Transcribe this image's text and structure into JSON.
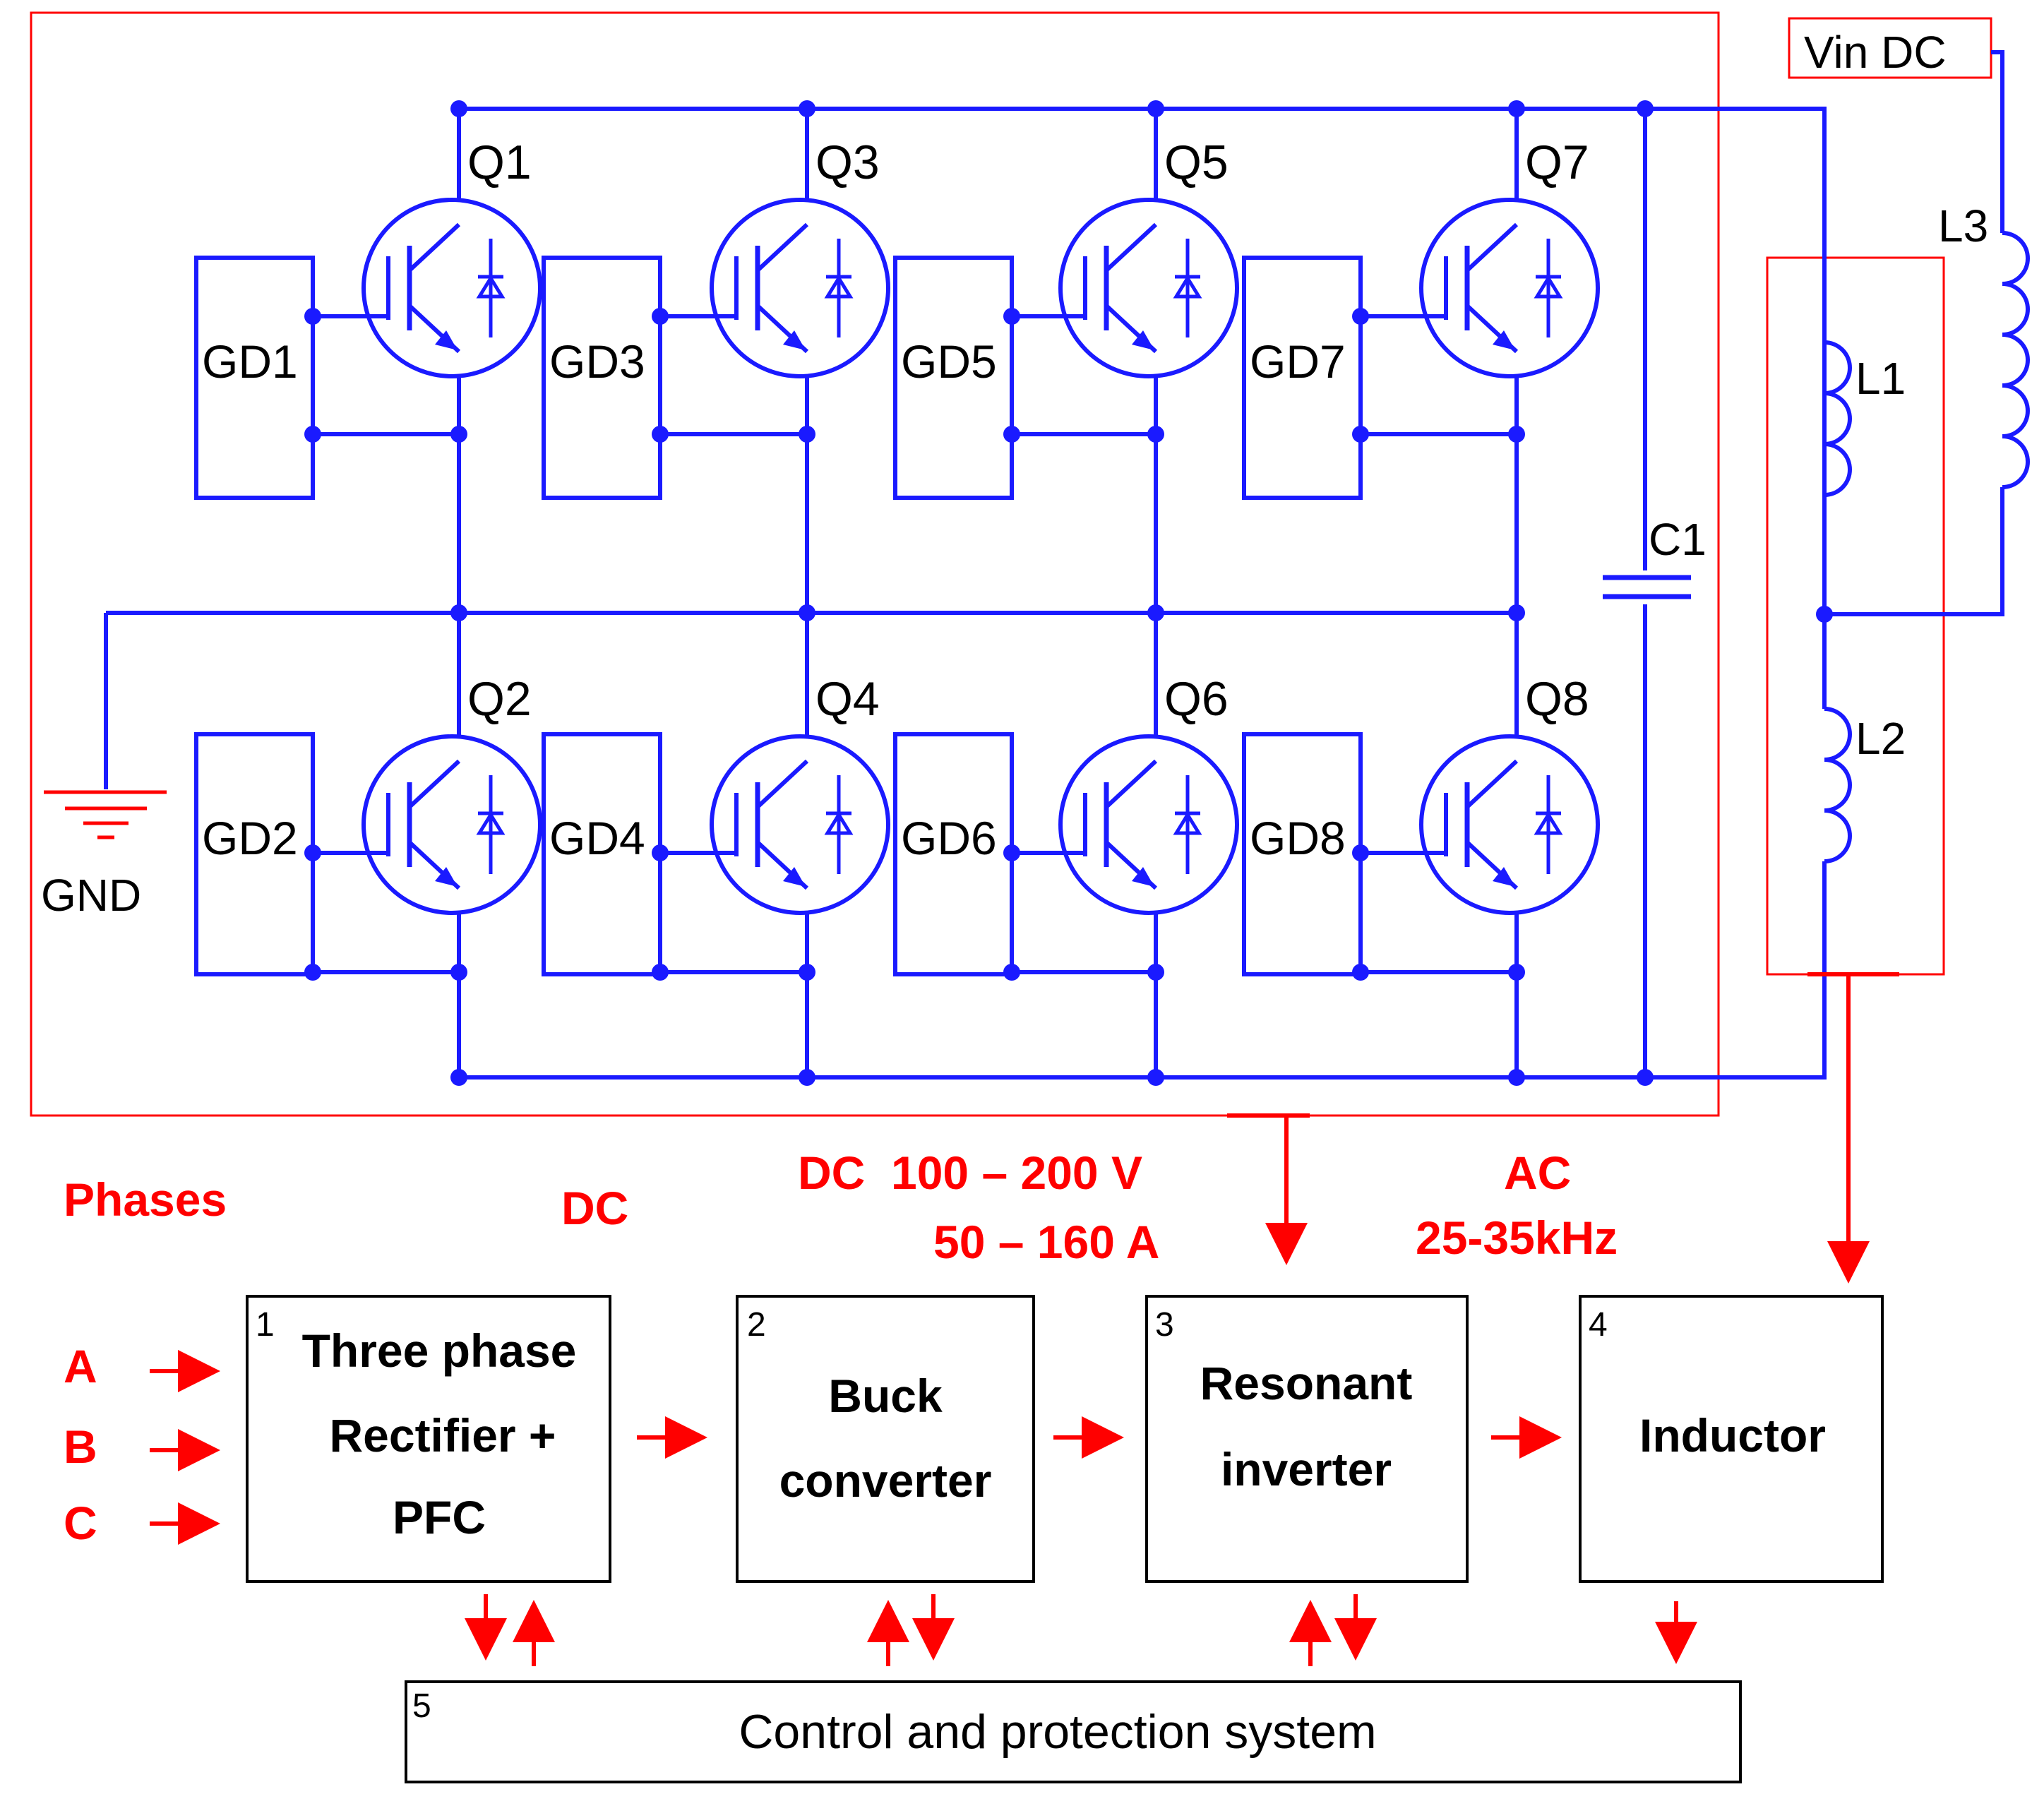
{
  "colors": {
    "wire": "#1a1aff",
    "red": "#ff0000",
    "black": "#000000"
  },
  "circuit": {
    "vin_label": "Vin DC",
    "gnd_label": "GND",
    "capacitor": "C1",
    "inductors": [
      "L1",
      "L2",
      "L3"
    ],
    "switches": [
      "Q1",
      "Q2",
      "Q3",
      "Q4",
      "Q5",
      "Q6",
      "Q7",
      "Q8"
    ],
    "gate_drivers": [
      "GD1",
      "GD2",
      "GD3",
      "GD4",
      "GD5",
      "GD6",
      "GD7",
      "GD8"
    ]
  },
  "annotations": {
    "phases": "Phases",
    "dc": "DC",
    "dc_range_line1": "DC  100 – 200 V",
    "dc_range_line2": "50 – 160 A",
    "ac_line1": "AC",
    "ac_line2": "25-35kHz",
    "phase_a": "A",
    "phase_b": "B",
    "phase_c": "C"
  },
  "blocks": [
    {
      "num": "1",
      "lines": [
        "Three phase",
        "Rectifier +",
        "PFC"
      ]
    },
    {
      "num": "2",
      "lines": [
        "Buck",
        "converter"
      ]
    },
    {
      "num": "3",
      "lines": [
        "Resonant",
        "inverter"
      ]
    },
    {
      "num": "4",
      "lines": [
        "Inductor"
      ]
    },
    {
      "num": "5",
      "lines": [
        "Control and protection system"
      ]
    }
  ]
}
